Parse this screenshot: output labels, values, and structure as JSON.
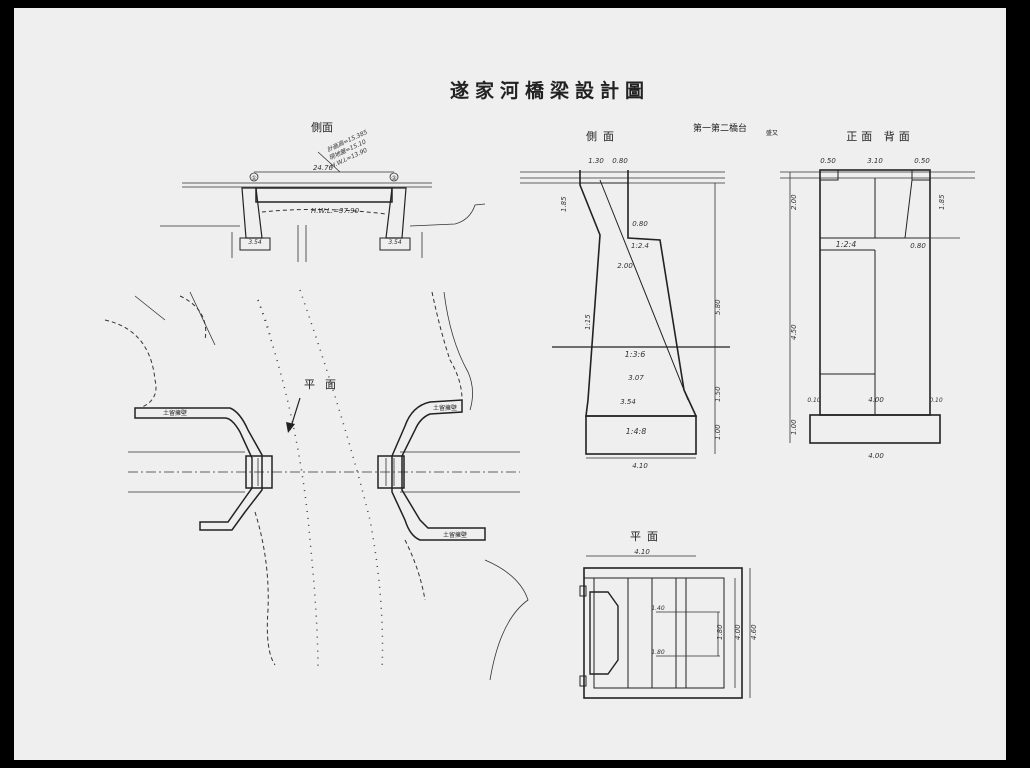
{
  "title": "遂家河橋梁設計圖",
  "views": {
    "bridge_side": "側面",
    "plan_site": "平面",
    "abutment_heading": "第一第二橋台",
    "abutment_side": "側面",
    "abutment_front_back": "正面 背面",
    "abutment_plan": "平面"
  },
  "abutment_note": "盛又",
  "site_labels": {
    "guard_left": "土留擁壁",
    "guard_right_top": "土留擁壁",
    "guard_right_bottom": "土留擁壁"
  },
  "bridge_dims": {
    "span": "24.76",
    "water_level": "H.W.L.=37.90",
    "left_ht": "3.54",
    "right_ht": "3.54",
    "marks": [
      "①",
      "②"
    ],
    "elev_notes": [
      "計画高=15.385",
      "現地盤=15.10",
      "H.W.L=13.90"
    ]
  },
  "abut_side_dims": {
    "top_a": "1.30",
    "top_b": "0.80",
    "h1": "1.85",
    "ratio_1": "1:2.4",
    "d1": "0.80",
    "slope": "1:15",
    "d2": "2.00",
    "h_main": "5.80",
    "ratio_2": "1:3:6",
    "w1": "3.07",
    "w2": "3.54",
    "ratio_3": "1:4:8",
    "base_w": "4.10",
    "h_base": "1.00",
    "h_foot": "1.50"
  },
  "abut_front_dims": {
    "top_l": "0.50",
    "top_mid": "3.10",
    "top_r": "0.50",
    "h1": "2.00",
    "h2": "1.85",
    "ratio": "1:2:4",
    "d1": "0.80",
    "h_main": "4.50",
    "bottom": "4.00",
    "base": "4.00",
    "side_a": "0.10",
    "side_b": "0.10",
    "h_base": "1.00"
  },
  "abut_plan_dims": {
    "top": "4.10",
    "a": "1.80",
    "b": "4.00",
    "c": "4.60",
    "d": "1.40",
    "e": "1.80"
  }
}
